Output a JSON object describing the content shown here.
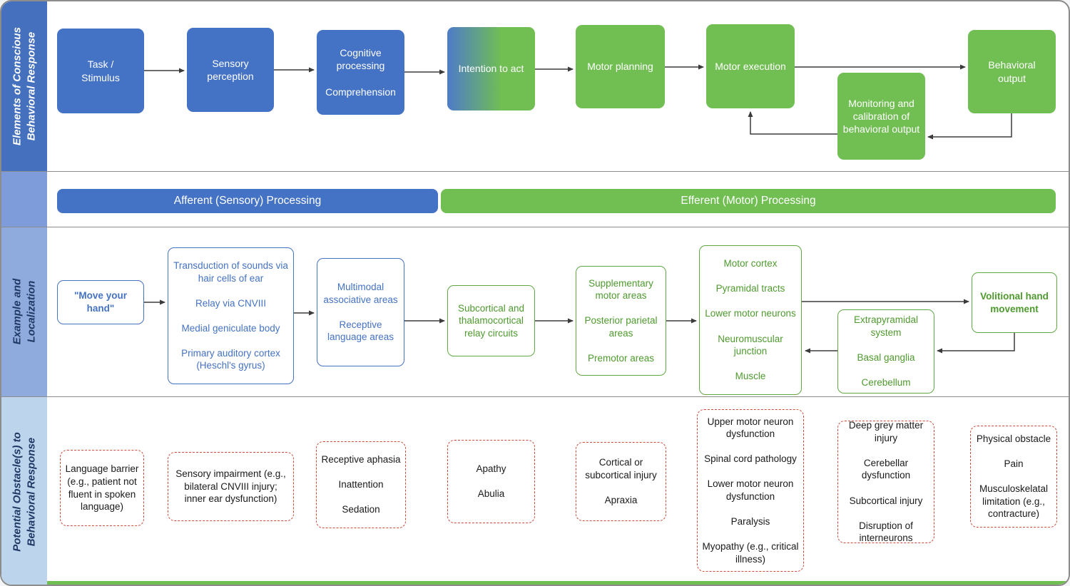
{
  "colors": {
    "afferent_blue": "#4472C4",
    "efferent_green": "#71BE53",
    "sidebar_dark_blue": "#4470BE",
    "sidebar_medium_blue": "#8FAADC",
    "sidebar_light_blue": "#BCD4EC",
    "obstacle_red": "#CC4B3B",
    "green_text": "#4E9A2E"
  },
  "sidebar": {
    "row1_label": "Elements of Conscious Behavioral Response",
    "row2_label": "Example and Localization",
    "row3_label": "Potential Obstacle(s) to Behavioral Response"
  },
  "bands": {
    "afferent": "Afferent (Sensory) Processing",
    "efferent": "Efferent (Motor) Processing"
  },
  "flow": {
    "task": "Task /\nStimulus",
    "sensory": "Sensory\nperception",
    "cognitive": [
      "Cognitive processing",
      "Comprehension"
    ],
    "intention": "Intention to act",
    "planning": "Motor planning",
    "execution": "Motor execution",
    "monitoring": "Monitoring and calibration of behavioral output",
    "output": "Behavioral\noutput"
  },
  "localization": {
    "stimulus": "\"Move your hand\"",
    "auditory_pathway": [
      "Transduction of sounds via hair cells of ear",
      "Relay via CNVIII",
      "Medial geniculate body",
      "Primary auditory cortex (Heschl's gyrus)"
    ],
    "associative": [
      "Multimodal associative areas",
      "Receptive language areas"
    ],
    "relay": "Subcortical and thalamocortical relay circuits",
    "premotor": [
      "Supplementary motor areas",
      "Posterior parietal areas",
      "Premotor areas"
    ],
    "motor_pathway": [
      "Motor cortex",
      "Pyramidal tracts",
      "Lower motor neurons",
      "Neuromuscular junction",
      "Muscle"
    ],
    "extrapyramidal": [
      "Extrapyramidal system",
      "Basal ganglia",
      "Cerebellum"
    ],
    "outcome": "Volitional hand movement"
  },
  "obstacles": {
    "language": "Language barrier (e.g., patient not fluent in spoken language)",
    "sensory": "Sensory impairment (e.g., bilateral CNVIII injury; inner ear dysfunction)",
    "comprehension": [
      "Receptive aphasia",
      "Inattention",
      "Sedation"
    ],
    "intention": [
      "Apathy",
      "Abulia"
    ],
    "planning": [
      "Cortical or subcortical injury",
      "Apraxia"
    ],
    "execution": [
      "Upper motor neuron dysfunction",
      "Spinal cord pathology",
      "Lower motor neuron dysfunction",
      "Paralysis",
      "Myopathy (e.g., critical illness)"
    ],
    "modulation": [
      "Deep grey matter injury",
      "Cerebellar dysfunction",
      "Subcortical injury",
      "Disruption of interneurons"
    ],
    "output": [
      "Physical obstacle",
      "Pain",
      "Musculoskelatal limitation (e.g., contracture)"
    ]
  }
}
